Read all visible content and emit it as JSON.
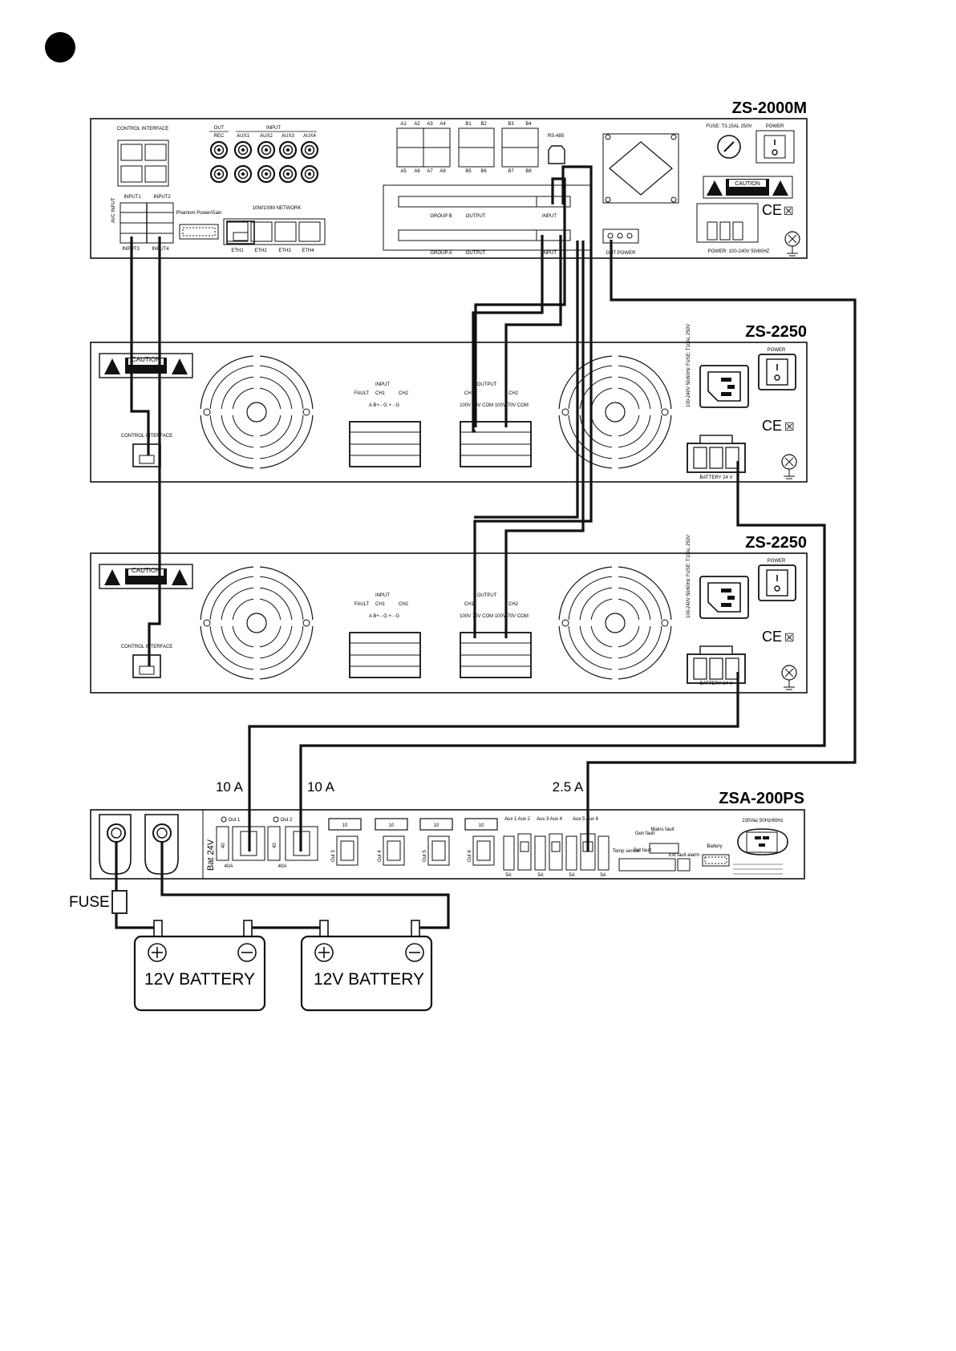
{
  "devices": {
    "mixer": {
      "model": "ZS-2000M",
      "control_interface": "CONTROL INTERFACE",
      "out": "OUT",
      "input": "INPUT",
      "rec": "REC",
      "aux": [
        "AUX1",
        "AUX2",
        "AUX3",
        "AUX4"
      ],
      "avc_input": "AVC INPUT",
      "input1": "INPUT1",
      "input2": "INPUT2",
      "input3": "INPUT3",
      "input4": "INPUT4",
      "phantom": "Phantom Power/Gain",
      "network": "10M/100M NETWORK",
      "eth": [
        "ETH1",
        "ETH2",
        "ETH3",
        "ETH4"
      ],
      "rs485": "RS-485",
      "group_a_top": [
        "A1",
        "A2",
        "A3",
        "A4"
      ],
      "group_a_bottom": [
        "A5",
        "A6",
        "A7",
        "A8"
      ],
      "group_b_top": [
        "B1",
        "B2"
      ],
      "group_b_bottom": [
        "B5",
        "B6"
      ],
      "group_b2_top": [
        "B3",
        "B4"
      ],
      "group_b2_bottom": [
        "B7",
        "B8"
      ],
      "group_b": "GROUP B",
      "group_a_label": "GROUP A",
      "output": "OUTPUT",
      "input_small": "INPUT",
      "out_power": "OUT POWER",
      "fuse": "FUSE: T3.15AL 250V",
      "power": "POWER",
      "caution": "CAUTION",
      "power_rating": "POWER: 100-240V 50/60HZ",
      "ce": "CE"
    },
    "amp1": {
      "model": "ZS-2250",
      "caution": "CAUTION",
      "control_interface": "CONTROL INTERFACE",
      "input": "INPUT",
      "fault": "FAULT",
      "ch1": "CH1",
      "ch2": "CH2",
      "input_pins": "A  B+  -  G  +  -  G",
      "output": "OUTPUT",
      "out_ch1": "CH1",
      "out_ch2": "CH2",
      "out_pins": "100V 70V COM 100V 70V COM",
      "rating": "100-240V 50/60Hz FUSE: T10AL 250V",
      "power": "POWER",
      "battery": "BATTERY 24 V",
      "ce": "CE"
    },
    "amp2": {
      "model": "ZS-2250",
      "caution": "CAUTION",
      "control_interface": "CONTROL INTERFACE",
      "input": "INPUT",
      "fault": "FAULT",
      "ch1": "CH1",
      "ch2": "CH2",
      "input_pins": "A  B+  -  G  +  -  G",
      "output": "OUTPUT",
      "out_ch1": "CH1",
      "out_ch2": "CH2",
      "out_pins": "100V 70V COM 100V 70V COM",
      "rating": "100-240V 50/60Hz FUSE: T10AL 250V",
      "power": "POWER",
      "battery": "BATTERY 24 V",
      "ce": "CE"
    },
    "psu": {
      "model": "ZSA-200PS",
      "out1": "Out 1",
      "out2": "Out 2",
      "bat": "Bat 24V",
      "fuse_40": "40",
      "fuse_40a": "40A",
      "outs": [
        "Out 3",
        "Out 4",
        "Out 5",
        "Out 6"
      ],
      "fuse_10": "10",
      "aux12": "Aux 1 Aux 2",
      "aux34": "Aux 3 Aux 4",
      "aux56": "Aux 5 Aux 6",
      "fuse_5a": "5A",
      "temp": "Temp sensor",
      "bat_fault": "Bat fault",
      "gen_fault": "Gen fault",
      "mains_fault": "Mains fault",
      "ext_fault": "Ext fault alarm",
      "battery": "Battery",
      "mains": "230Vac 50Hz/60Hz"
    }
  },
  "currents": {
    "out1": "10 A",
    "out2": "10 A",
    "aux": "2.5 A"
  },
  "fuse_label": "FUSE",
  "batteries": [
    {
      "label": "12V BATTERY"
    },
    {
      "label": "12V BATTERY"
    }
  ],
  "colors": {
    "ink": "#111111",
    "background": "#ffffff"
  }
}
